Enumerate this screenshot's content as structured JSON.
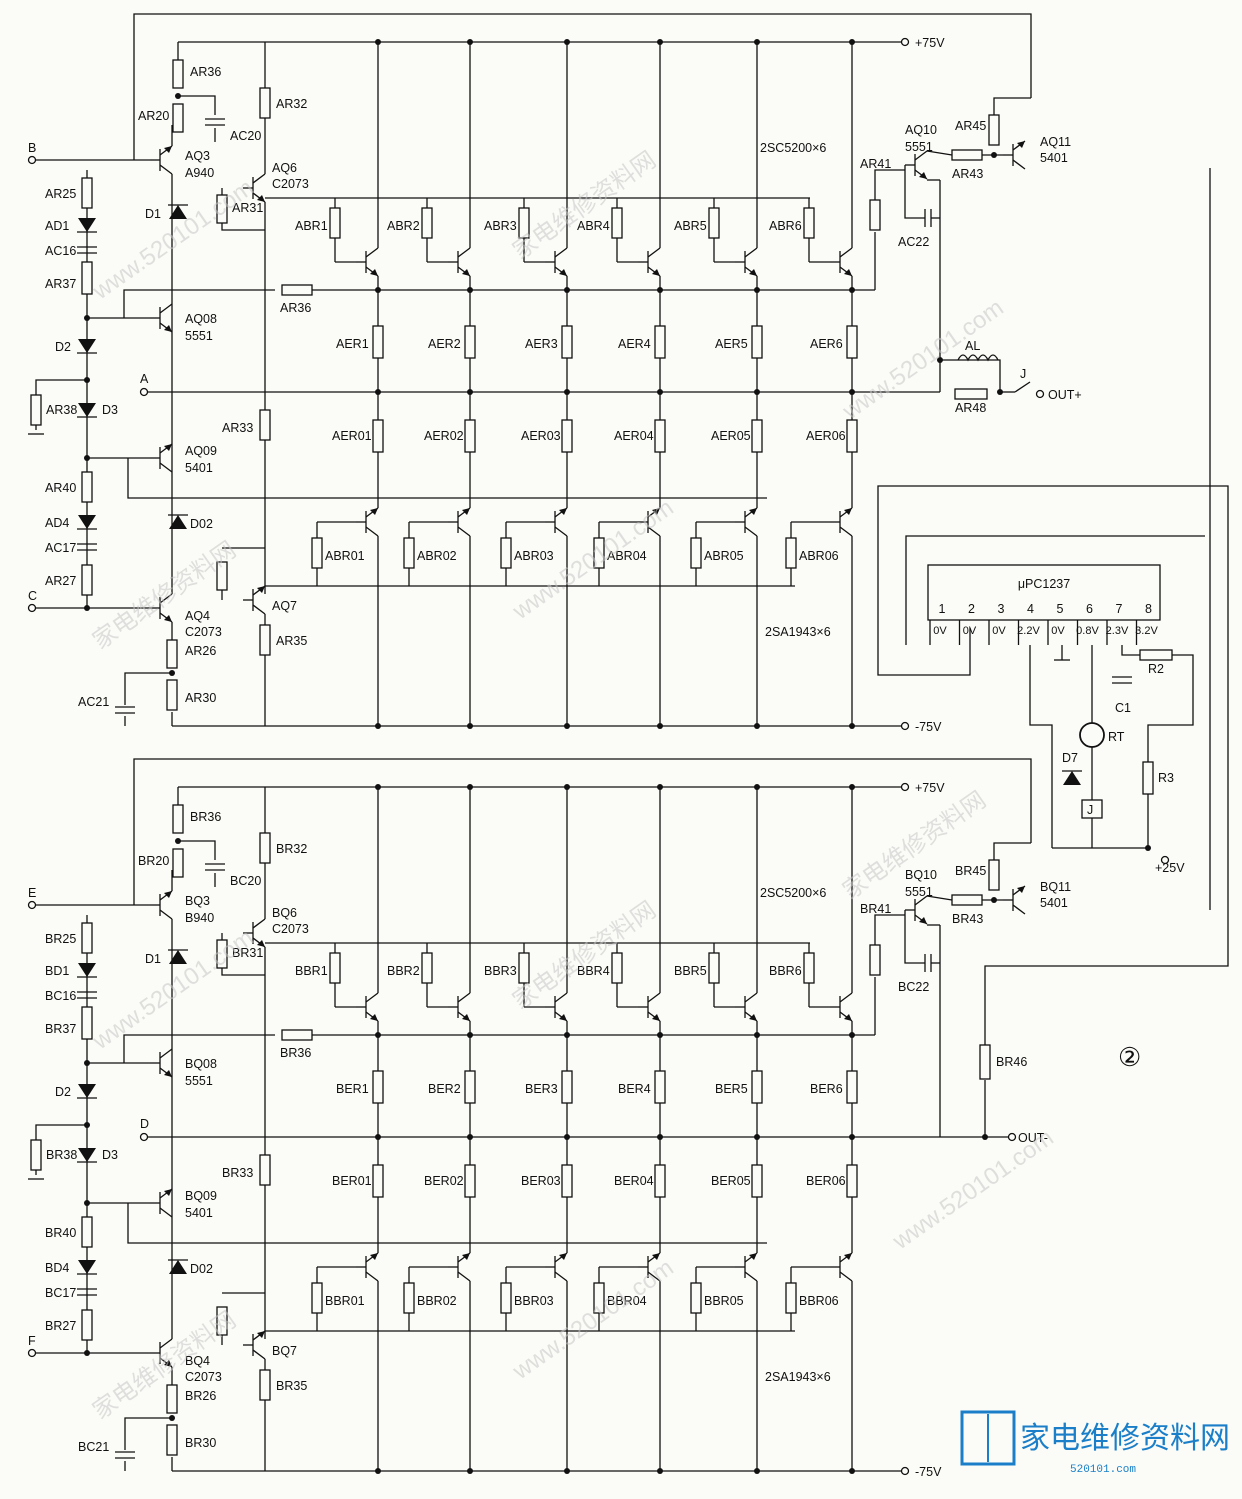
{
  "rails": {
    "pos": "+75V",
    "neg": "-75V",
    "vcc": "+25V"
  },
  "outputs": {
    "plus": "OUT+",
    "minus": "OUT-"
  },
  "ic": {
    "name": "μPC1237",
    "pin_numbers": [
      "1",
      "2",
      "3",
      "4",
      "5",
      "6",
      "7",
      "8"
    ],
    "pin_voltages": [
      "0V",
      "0V",
      "0V",
      "2.2V",
      "0V",
      "0.8V",
      "2.3V",
      "3.2V"
    ]
  },
  "figure_number": "②",
  "watermark": {
    "site": "www.520101.com",
    "cn": "家电维修资料网"
  },
  "logo": {
    "text": "家电维修资料网",
    "url": "520101.com"
  },
  "channels": [
    {
      "prefix": "A",
      "inputs": [
        "B",
        "A",
        "C"
      ],
      "top": {
        "AR36": "AR36",
        "AR20": "AR20",
        "AC20": "AC20",
        "AR32": "AR32",
        "AQ3": "AQ3",
        "AQ3t": "A940",
        "AQ6": "AQ6",
        "AQ6t": "C2073",
        "AR31": "AR31",
        "D1": "D1",
        "AR25": "AR25",
        "AD1": "AD1",
        "AC16": "AC16",
        "AR37": "AR37",
        "AQ08": "AQ08",
        "AQ08t": "5551",
        "ARb36": "AR36",
        "D2": "D2",
        "AR38": "AR38",
        "D3": "D3",
        "AR33": "AR33",
        "AQ09": "AQ09",
        "AQ09t": "5401",
        "AR40": "AR40",
        "AD4": "AD4",
        "D02": "D02",
        "AC17": "AC17",
        "AR27": "AR27",
        "AQ4": "AQ4",
        "AQ4t": "C2073",
        "AQ7": "AQ7",
        "AR26": "AR26",
        "AR35": "AR35",
        "AC21": "AC21",
        "AR30": "AR30",
        "AR41": "AR41",
        "AQ10": "AQ10",
        "AQ10t": "5551",
        "AR43": "AR43",
        "AR45": "AR45",
        "AQ11": "AQ11",
        "AQ11t": "5401",
        "AC22": "AC22",
        "AL": "AL",
        "AR48": "AR48",
        "J": "J"
      },
      "upper_driver_res": [
        "ABR1",
        "ABR2",
        "ABR3",
        "ABR4",
        "ABR5",
        "ABR6"
      ],
      "upper_emitter_res": [
        "AER1",
        "AER2",
        "AER3",
        "AER4",
        "AER5",
        "AER6"
      ],
      "lower_emitter_res": [
        "AER01",
        "AER02",
        "AER03",
        "AER04",
        "AER05",
        "AER06"
      ],
      "lower_driver_res": [
        "ABR01",
        "ABR02",
        "ABR03",
        "ABR04",
        "ABR05",
        "ABR06"
      ],
      "npn_note": "2SC5200×6",
      "pnp_note": "2SA1943×6"
    },
    {
      "prefix": "B",
      "inputs": [
        "E",
        "D",
        "F"
      ],
      "top": {
        "AR36": "BR36",
        "AR20": "BR20",
        "AC20": "BC20",
        "AR32": "BR32",
        "AQ3": "BQ3",
        "AQ3t": "B940",
        "AQ6": "BQ6",
        "AQ6t": "C2073",
        "AR31": "BR31",
        "D1": "D1",
        "AR25": "BR25",
        "AD1": "BD1",
        "AC16": "BC16",
        "AR37": "BR37",
        "AQ08": "BQ08",
        "AQ08t": "5551",
        "ARb36": "BR36",
        "D2": "D2",
        "AR38": "BR38",
        "D3": "D3",
        "AR33": "BR33",
        "AQ09": "BQ09",
        "AQ09t": "5401",
        "AR40": "BR40",
        "AD4": "BD4",
        "D02": "D02",
        "AC17": "BC17",
        "AR27": "BR27",
        "AQ4": "BQ4",
        "AQ4t": "C2073",
        "AQ7": "BQ7",
        "AR26": "BR26",
        "AR35": "BR35",
        "AC21": "BC21",
        "AR30": "BR30",
        "AR41": "BR41",
        "AQ10": "BQ10",
        "AQ10t": "5551",
        "AR43": "BR43",
        "AR45": "BR45",
        "AQ11": "BQ11",
        "AQ11t": "5401",
        "AC22": "BC22",
        "BR46": "BR46"
      },
      "upper_driver_res": [
        "BBR1",
        "BBR2",
        "BBR3",
        "BBR4",
        "BBR5",
        "BBR6"
      ],
      "upper_emitter_res": [
        "BER1",
        "BER2",
        "BER3",
        "BER4",
        "BER5",
        "BER6"
      ],
      "lower_emitter_res": [
        "BER01",
        "BER02",
        "BER03",
        "BER04",
        "BER05",
        "BER06"
      ],
      "lower_driver_res": [
        "BBR01",
        "BBR02",
        "BBR03",
        "BBR04",
        "BBR05",
        "BBR06"
      ],
      "npn_note": "2SC5200×6",
      "pnp_note": "2SA1943×6"
    }
  ],
  "protect": {
    "R2": "R2",
    "C1": "C1",
    "RT": "RT",
    "D7": "D7",
    "R3": "R3",
    "J": "J"
  }
}
